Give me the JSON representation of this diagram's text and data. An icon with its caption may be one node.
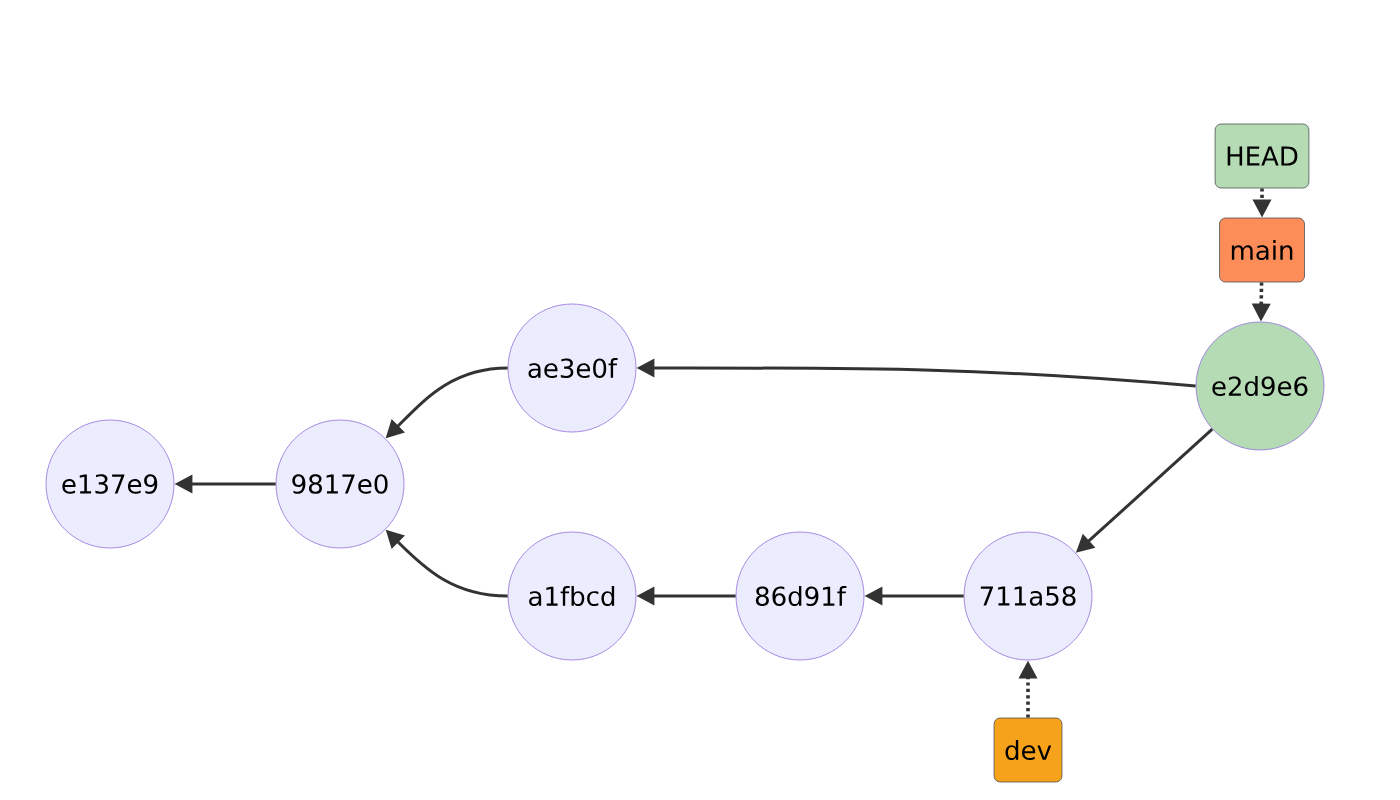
{
  "diagram": {
    "nodes": [
      {
        "text": [
          "HEAD"
        ]
      },
      {
        "text": [
          "main"
        ]
      },
      {
        "text": [
          "e2d9e6"
        ]
      },
      {
        "text": [
          "ae3e0f"
        ]
      },
      {
        "text": [
          "e137e9"
        ]
      },
      {
        "text": [
          "9817e0"
        ]
      },
      {
        "text": [
          "a1fbcd"
        ]
      },
      {
        "text": [
          "86d91f"
        ]
      },
      {
        "text": [
          "711a58"
        ]
      },
      {
        "text": [
          "dev"
        ]
      }
    ],
    "edges": [
      {
        "from": 0,
        "to": 1,
        "arrow": "to",
        "style": "dashed"
      },
      {
        "from": 1,
        "to": 2,
        "arrow": "to",
        "style": "dashed"
      },
      {
        "from": 2,
        "to": 3,
        "arrow": "to"
      },
      {
        "from": 2,
        "to": 8,
        "arrow": "to"
      },
      {
        "from": 3,
        "to": 5,
        "arrow": "to"
      },
      {
        "from": 6,
        "to": 5,
        "arrow": "to"
      },
      {
        "from": 5,
        "to": 4,
        "arrow": "to"
      },
      {
        "from": 7,
        "to": 6,
        "arrow": "to"
      },
      {
        "from": 8,
        "to": 7,
        "arrow": "to"
      },
      {
        "from": 9,
        "to": 8,
        "arrow": "to",
        "style": "dashed"
      }
    ]
  }
}
